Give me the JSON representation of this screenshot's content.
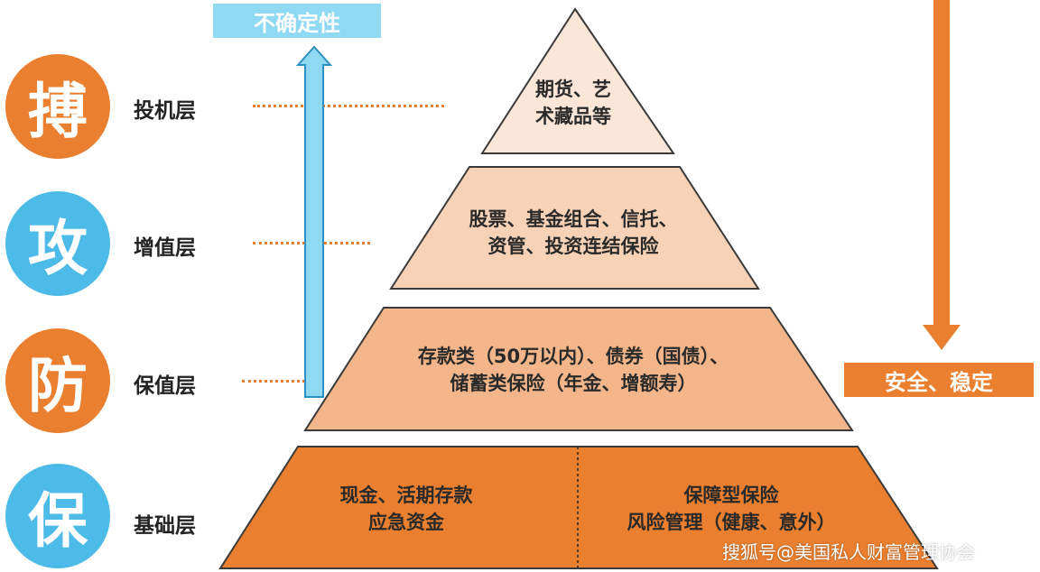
{
  "circles": [
    "搏",
    "攻",
    "防",
    "保"
  ],
  "layers": [
    "投机层",
    "增值层",
    "保值层",
    "基础层"
  ],
  "uncertainty_label": "不确定性",
  "safety_label": "安全、稳定",
  "tiers": {
    "tier1": [
      "期货、艺",
      "术藏品等"
    ],
    "tier2": [
      "股票、基金组合、信托、",
      "资管、投资连结保险"
    ],
    "tier3": [
      "存款类（50万以内）、债券（国债）、",
      "储蓄类保险（年金、增额寿）"
    ],
    "tier4_left": [
      "现金、活期存款",
      "应急资金"
    ],
    "tier4_right": [
      "保障型保险",
      "风险管理（健康、意外）"
    ]
  },
  "watermark": "搜狐号@美国私人财富管理协会",
  "colors": {
    "orange": "#e97f2f",
    "blue": "#4dbbe8",
    "light_blue": "#8fd9f3",
    "tier1": "#fbe6d8",
    "tier2": "#f8d2b6",
    "tier3": "#f3b68a",
    "tier4": "#e97f2f"
  }
}
